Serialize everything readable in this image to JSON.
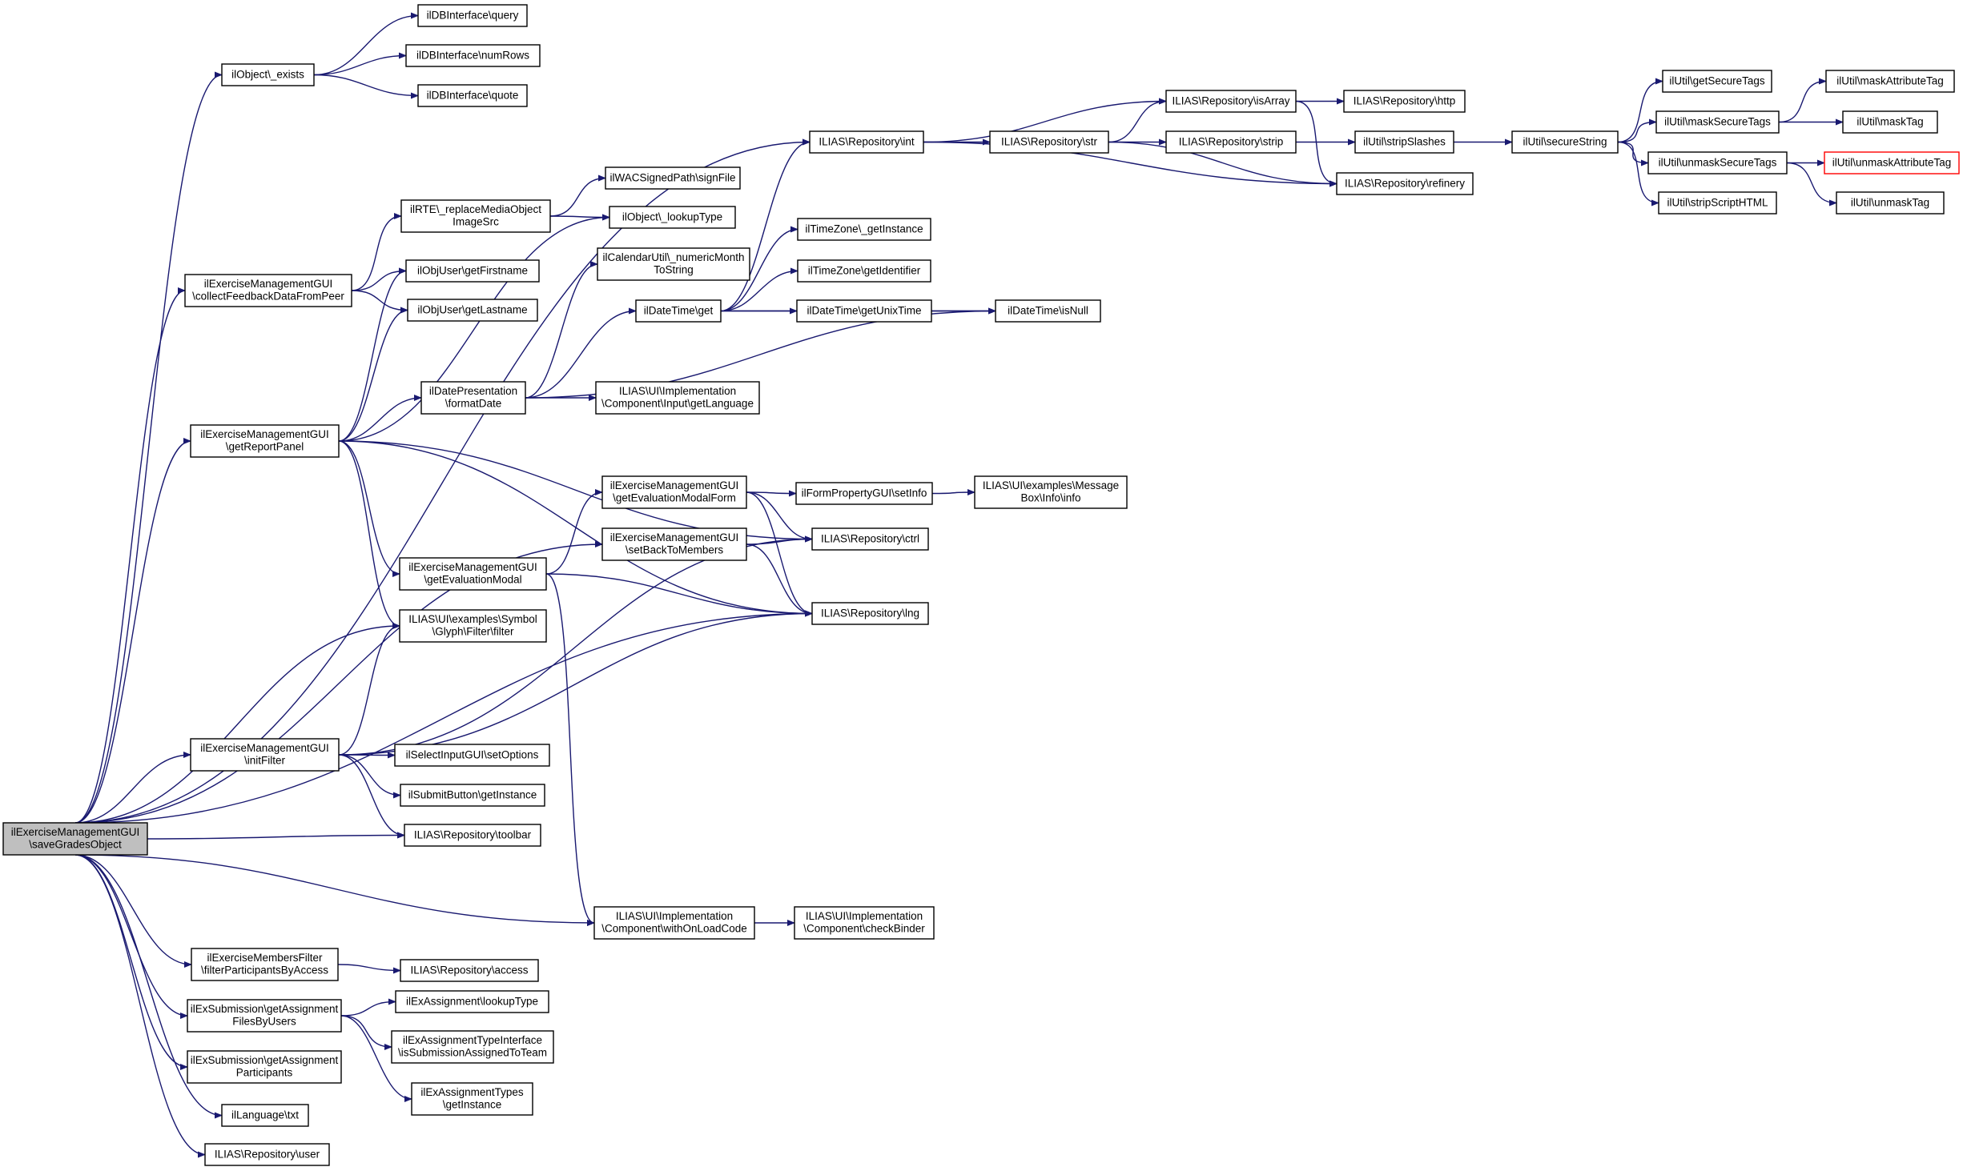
{
  "diagram": {
    "type": "call-graph",
    "colors": {
      "edge": "#191970",
      "node_border": "#000000",
      "node_fill": "#ffffff",
      "root_fill": "#bfbfbf",
      "truncated_node_border": "#ff0000"
    },
    "nodes": [
      {
        "id": "root",
        "lines": [
          "ilExerciseManagementGUI",
          "\\saveGradesObject"
        ],
        "root": true
      },
      {
        "id": "obj_exists",
        "lines": [
          "ilObject\\_exists"
        ]
      },
      {
        "id": "db_query",
        "lines": [
          "ilDBInterface\\query"
        ]
      },
      {
        "id": "db_numrows",
        "lines": [
          "ilDBInterface\\numRows"
        ]
      },
      {
        "id": "db_quote",
        "lines": [
          "ilDBInterface\\quote"
        ]
      },
      {
        "id": "repo_int",
        "lines": [
          "ILIAS\\Repository\\int"
        ]
      },
      {
        "id": "repo_isarray",
        "lines": [
          "ILIAS\\Repository\\isArray"
        ]
      },
      {
        "id": "repo_http",
        "lines": [
          "ILIAS\\Repository\\http"
        ]
      },
      {
        "id": "repo_str",
        "lines": [
          "ILIAS\\Repository\\str"
        ]
      },
      {
        "id": "repo_strip",
        "lines": [
          "ILIAS\\Repository\\strip"
        ]
      },
      {
        "id": "util_stripslashes",
        "lines": [
          "ilUtil\\stripSlashes"
        ]
      },
      {
        "id": "util_securestring",
        "lines": [
          "ilUtil\\secureString"
        ]
      },
      {
        "id": "util_getsecuretags",
        "lines": [
          "ilUtil\\getSecureTags"
        ]
      },
      {
        "id": "util_masksecuretags",
        "lines": [
          "ilUtil\\maskSecureTags"
        ]
      },
      {
        "id": "util_unmasksecuretags",
        "lines": [
          "ilUtil\\unmaskSecureTags"
        ]
      },
      {
        "id": "util_stripscripthtml",
        "lines": [
          "ilUtil\\stripScriptHTML"
        ]
      },
      {
        "id": "util_maskattributetag",
        "lines": [
          "ilUtil\\maskAttributeTag"
        ]
      },
      {
        "id": "util_masktag",
        "lines": [
          "ilUtil\\maskTag"
        ]
      },
      {
        "id": "util_unmaskattributetag",
        "lines": [
          "ilUtil\\unmaskAttributeTag"
        ],
        "truncated": true
      },
      {
        "id": "util_unmasktag",
        "lines": [
          "ilUtil\\unmaskTag"
        ]
      },
      {
        "id": "repo_refinery",
        "lines": [
          "ILIAS\\Repository\\refinery"
        ]
      },
      {
        "id": "wac_signfile",
        "lines": [
          "ilWACSignedPath\\signFile"
        ]
      },
      {
        "id": "rte_replace",
        "lines": [
          "ilRTE\\_replaceMediaObject",
          "ImageSrc"
        ]
      },
      {
        "id": "obj_lookuptype",
        "lines": [
          "ilObject\\_lookupType"
        ]
      },
      {
        "id": "collect_feedback",
        "lines": [
          "ilExerciseManagementGUI",
          "\\collectFeedbackDataFromPeer"
        ]
      },
      {
        "id": "objuser_firstname",
        "lines": [
          "ilObjUser\\getFirstname"
        ]
      },
      {
        "id": "objuser_lastname",
        "lines": [
          "ilObjUser\\getLastname"
        ]
      },
      {
        "id": "cal_numericmonth",
        "lines": [
          "ilCalendarUtil\\_numericMonth",
          "ToString"
        ]
      },
      {
        "id": "tz_getinstance",
        "lines": [
          "ilTimeZone\\_getInstance"
        ]
      },
      {
        "id": "tz_getidentifier",
        "lines": [
          "ilTimeZone\\getIdentifier"
        ]
      },
      {
        "id": "dt_get",
        "lines": [
          "ilDateTime\\get"
        ]
      },
      {
        "id": "dt_getunixtime",
        "lines": [
          "ilDateTime\\getUnixTime"
        ]
      },
      {
        "id": "dt_isnull",
        "lines": [
          "ilDateTime\\isNull"
        ]
      },
      {
        "id": "datepresentation",
        "lines": [
          "ilDatePresentation",
          "\\formatDate"
        ]
      },
      {
        "id": "ui_getlanguage",
        "lines": [
          "ILIAS\\UI\\Implementation",
          "\\Component\\Input\\getLanguage"
        ]
      },
      {
        "id": "report_panel",
        "lines": [
          "ilExerciseManagementGUI",
          "\\getReportPanel"
        ]
      },
      {
        "id": "eval_modal_form",
        "lines": [
          "ilExerciseManagementGUI",
          "\\getEvaluationModalForm"
        ]
      },
      {
        "id": "formprop_setinfo",
        "lines": [
          "ilFormPropertyGUI\\setInfo"
        ]
      },
      {
        "id": "ui_messagebox_info",
        "lines": [
          "ILIAS\\UI\\examples\\Message",
          "Box\\Info\\info"
        ]
      },
      {
        "id": "set_back_members",
        "lines": [
          "ilExerciseManagementGUI",
          "\\setBackToMembers"
        ]
      },
      {
        "id": "repo_ctrl",
        "lines": [
          "ILIAS\\Repository\\ctrl"
        ]
      },
      {
        "id": "eval_modal",
        "lines": [
          "ilExerciseManagementGUI",
          "\\getEvaluationModal"
        ]
      },
      {
        "id": "repo_lng",
        "lines": [
          "ILIAS\\Repository\\lng"
        ]
      },
      {
        "id": "ui_filter",
        "lines": [
          "ILIAS\\UI\\examples\\Symbol",
          "\\Glyph\\Filter\\filter"
        ]
      },
      {
        "id": "init_filter",
        "lines": [
          "ilExerciseManagementGUI",
          "\\initFilter"
        ]
      },
      {
        "id": "select_setoptions",
        "lines": [
          "ilSelectInputGUI\\setOptions"
        ]
      },
      {
        "id": "submit_getinstance",
        "lines": [
          "ilSubmitButton\\getInstance"
        ]
      },
      {
        "id": "repo_toolbar",
        "lines": [
          "ILIAS\\Repository\\toolbar"
        ]
      },
      {
        "id": "ui_withonloadcode",
        "lines": [
          "ILIAS\\UI\\Implementation",
          "\\Component\\withOnLoadCode"
        ]
      },
      {
        "id": "ui_checkbinder",
        "lines": [
          "ILIAS\\UI\\Implementation",
          "\\Component\\checkBinder"
        ]
      },
      {
        "id": "members_filter",
        "lines": [
          "ilExerciseMembersFilter",
          "\\filterParticipantsByAccess"
        ]
      },
      {
        "id": "repo_access",
        "lines": [
          "ILIAS\\Repository\\access"
        ]
      },
      {
        "id": "exsub_files",
        "lines": [
          "ilExSubmission\\getAssignment",
          "FilesByUsers"
        ]
      },
      {
        "id": "exass_lookuptype",
        "lines": [
          "ilExAssignment\\lookupType"
        ]
      },
      {
        "id": "exass_team",
        "lines": [
          "ilExAssignmentTypeInterface",
          "\\isSubmissionAssignedToTeam"
        ]
      },
      {
        "id": "exsub_participants",
        "lines": [
          "ilExSubmission\\getAssignment",
          "Participants"
        ]
      },
      {
        "id": "exasstypes_getinstance",
        "lines": [
          "ilExAssignmentTypes",
          "\\getInstance"
        ]
      },
      {
        "id": "language_txt",
        "lines": [
          "ilLanguage\\txt"
        ]
      },
      {
        "id": "repo_user",
        "lines": [
          "ILIAS\\Repository\\user"
        ]
      }
    ],
    "edges": [
      [
        "root",
        "obj_exists"
      ],
      [
        "obj_exists",
        "db_query"
      ],
      [
        "obj_exists",
        "db_numrows"
      ],
      [
        "obj_exists",
        "db_quote"
      ],
      [
        "root",
        "repo_int"
      ],
      [
        "repo_int",
        "repo_isarray"
      ],
      [
        "repo_int",
        "repo_str"
      ],
      [
        "repo_int",
        "repo_refinery"
      ],
      [
        "repo_isarray",
        "repo_http"
      ],
      [
        "repo_isarray",
        "repo_refinery"
      ],
      [
        "repo_str",
        "repo_isarray"
      ],
      [
        "repo_str",
        "repo_strip"
      ],
      [
        "repo_str",
        "repo_refinery"
      ],
      [
        "repo_strip",
        "util_stripslashes"
      ],
      [
        "util_stripslashes",
        "util_securestring"
      ],
      [
        "util_securestring",
        "util_getsecuretags"
      ],
      [
        "util_securestring",
        "util_masksecuretags"
      ],
      [
        "util_securestring",
        "util_unmasksecuretags"
      ],
      [
        "util_securestring",
        "util_stripscripthtml"
      ],
      [
        "util_masksecuretags",
        "util_maskattributetag"
      ],
      [
        "util_masksecuretags",
        "util_masktag"
      ],
      [
        "util_unmasksecuretags",
        "util_unmaskattributetag"
      ],
      [
        "util_unmasksecuretags",
        "util_unmasktag"
      ],
      [
        "root",
        "collect_feedback"
      ],
      [
        "collect_feedback",
        "rte_replace"
      ],
      [
        "collect_feedback",
        "objuser_firstname"
      ],
      [
        "collect_feedback",
        "objuser_lastname"
      ],
      [
        "rte_replace",
        "wac_signfile"
      ],
      [
        "rte_replace",
        "obj_lookuptype"
      ],
      [
        "root",
        "report_panel"
      ],
      [
        "report_panel",
        "objuser_firstname"
      ],
      [
        "report_panel",
        "objuser_lastname"
      ],
      [
        "report_panel",
        "obj_lookuptype"
      ],
      [
        "report_panel",
        "datepresentation"
      ],
      [
        "report_panel",
        "repo_ctrl"
      ],
      [
        "report_panel",
        "repo_lng"
      ],
      [
        "report_panel",
        "eval_modal"
      ],
      [
        "report_panel",
        "ui_filter"
      ],
      [
        "datepresentation",
        "cal_numericmonth"
      ],
      [
        "datepresentation",
        "dt_get"
      ],
      [
        "datepresentation",
        "dt_isnull"
      ],
      [
        "datepresentation",
        "ui_getlanguage"
      ],
      [
        "dt_get",
        "repo_int"
      ],
      [
        "dt_get",
        "tz_getinstance"
      ],
      [
        "dt_get",
        "tz_getidentifier"
      ],
      [
        "dt_get",
        "dt_getunixtime"
      ],
      [
        "dt_get",
        "dt_isnull"
      ],
      [
        "dt_getunixtime",
        "dt_isnull"
      ],
      [
        "eval_modal",
        "eval_modal_form"
      ],
      [
        "eval_modal",
        "repo_lng"
      ],
      [
        "eval_modal",
        "ui_withonloadcode"
      ],
      [
        "eval_modal_form",
        "formprop_setinfo"
      ],
      [
        "eval_modal_form",
        "repo_ctrl"
      ],
      [
        "eval_modal_form",
        "repo_lng"
      ],
      [
        "formprop_setinfo",
        "ui_messagebox_info"
      ],
      [
        "root",
        "set_back_members"
      ],
      [
        "set_back_members",
        "repo_ctrl"
      ],
      [
        "set_back_members",
        "repo_lng"
      ],
      [
        "root",
        "ui_filter"
      ],
      [
        "root",
        "init_filter"
      ],
      [
        "init_filter",
        "ui_filter"
      ],
      [
        "init_filter",
        "repo_ctrl"
      ],
      [
        "init_filter",
        "repo_lng"
      ],
      [
        "init_filter",
        "select_setoptions"
      ],
      [
        "init_filter",
        "submit_getinstance"
      ],
      [
        "init_filter",
        "repo_toolbar"
      ],
      [
        "root",
        "repo_toolbar"
      ],
      [
        "root",
        "repo_lng"
      ],
      [
        "root",
        "ui_withonloadcode"
      ],
      [
        "ui_withonloadcode",
        "ui_checkbinder"
      ],
      [
        "root",
        "members_filter"
      ],
      [
        "members_filter",
        "repo_access"
      ],
      [
        "root",
        "exsub_files"
      ],
      [
        "exsub_files",
        "exass_lookuptype"
      ],
      [
        "exsub_files",
        "exass_team"
      ],
      [
        "exsub_files",
        "exasstypes_getinstance"
      ],
      [
        "root",
        "exsub_participants"
      ],
      [
        "root",
        "language_txt"
      ],
      [
        "root",
        "repo_user"
      ]
    ]
  }
}
